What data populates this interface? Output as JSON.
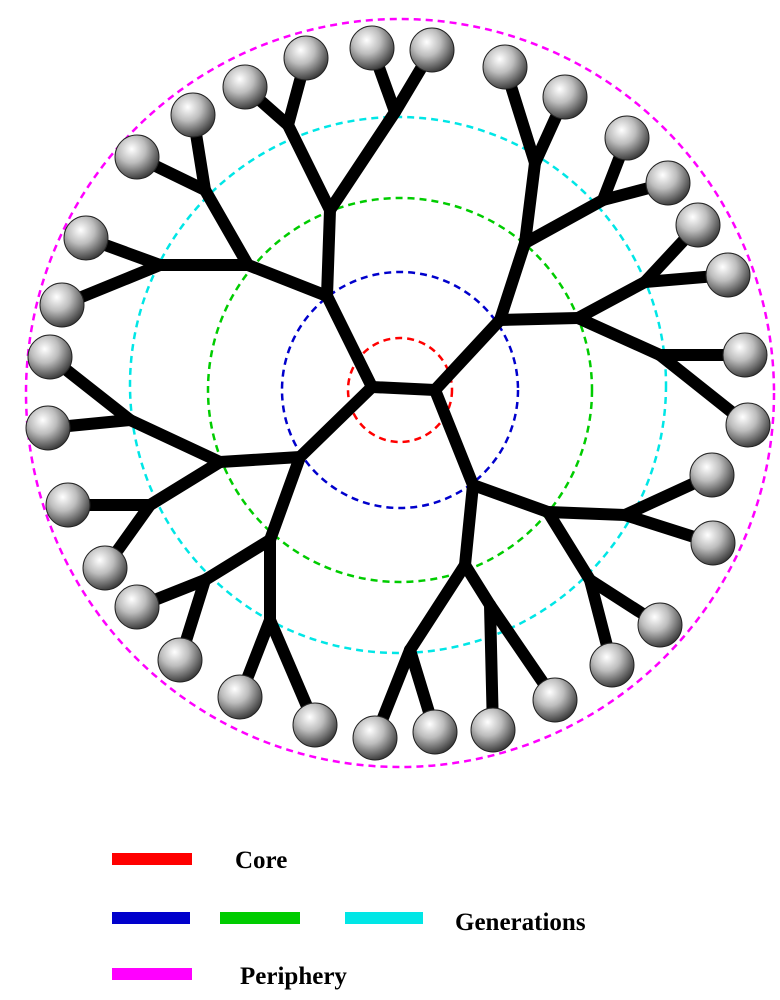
{
  "colors": {
    "core": "#ff0000",
    "generation_1": "#0000cc",
    "generation_2": "#00cc00",
    "generation_3": "#00e6e6",
    "periphery": "#ff00ff",
    "branch": "#000000"
  },
  "legend": {
    "core": "Core",
    "generations": "Generations",
    "periphery": "Periphery"
  }
}
